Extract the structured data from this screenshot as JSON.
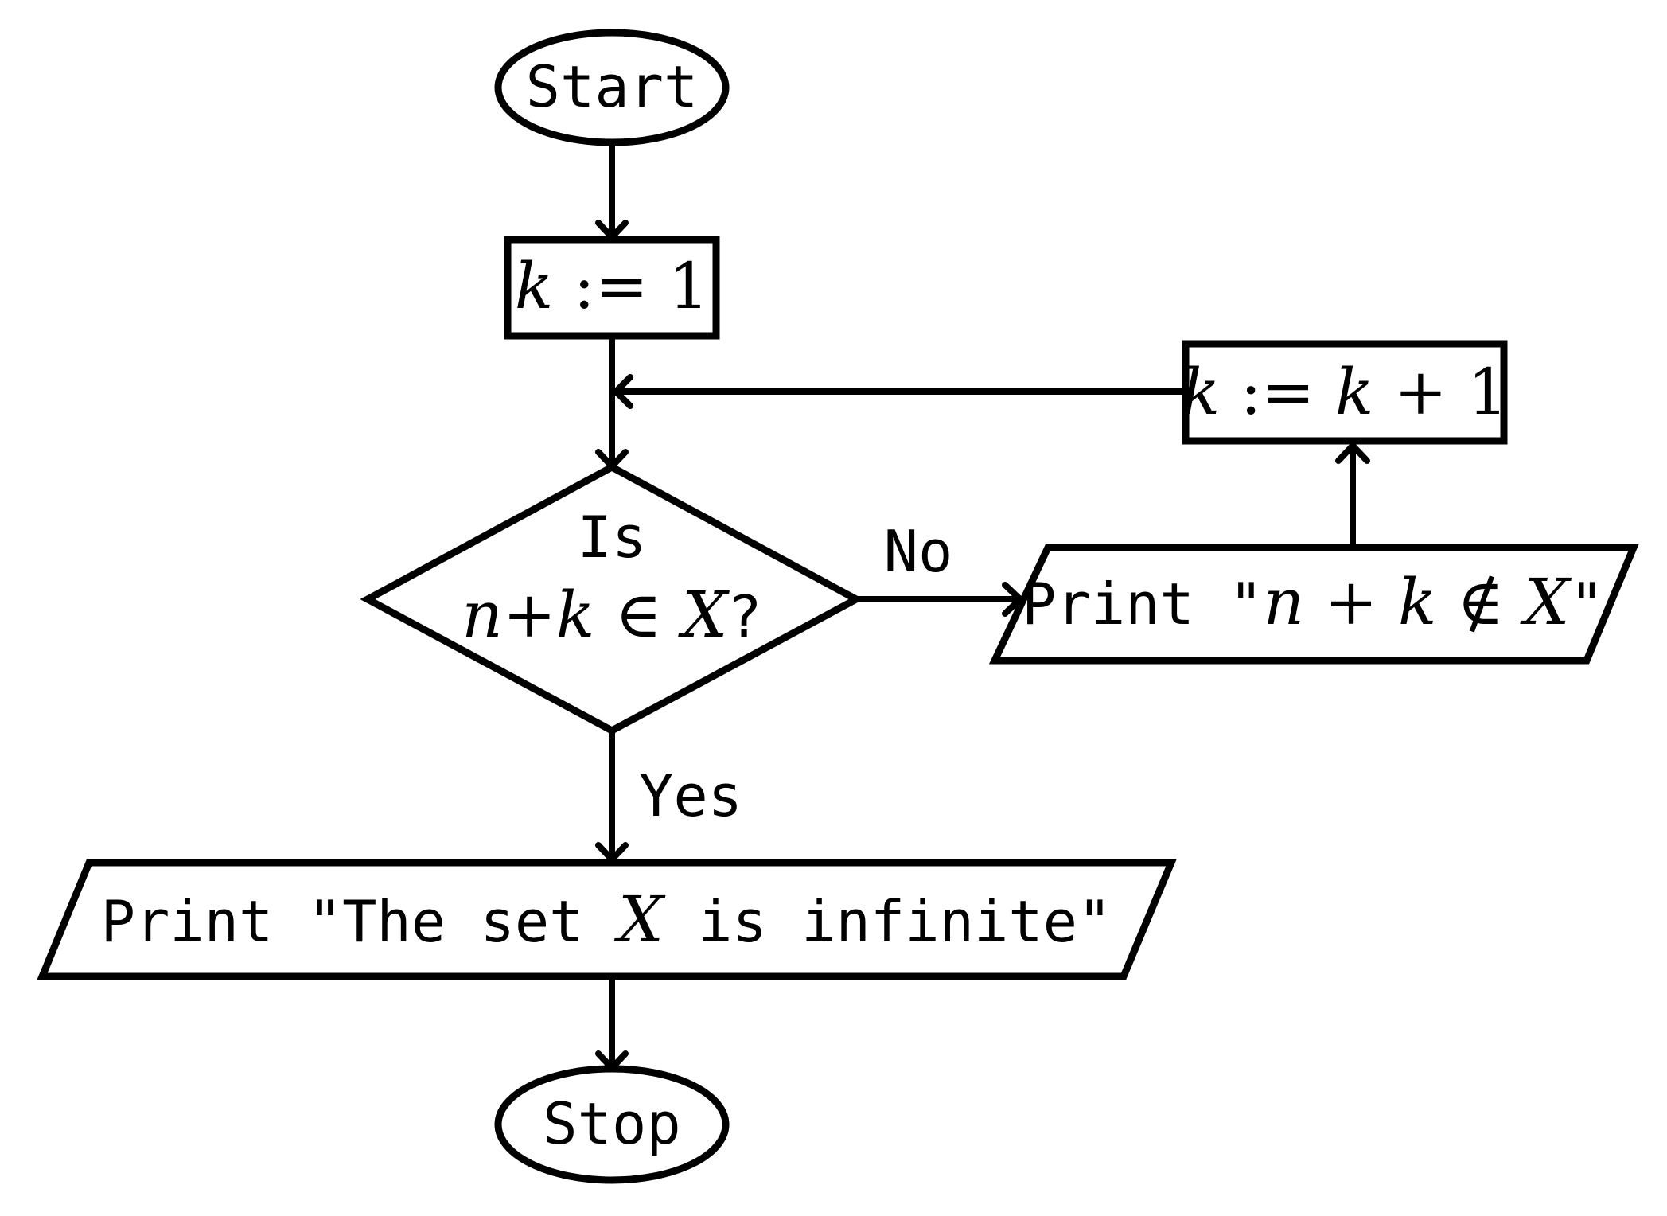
{
  "flowchart": {
    "start": {
      "label": "Start"
    },
    "init": {
      "lhs": "k",
      "op": " := ",
      "rhs": "1"
    },
    "decision": {
      "line1": "Is",
      "line2_a": "n",
      "line2_b": "+",
      "line2_c": "k",
      "line2_d": " ∈ ",
      "line2_e": "X",
      "line2_f": "?"
    },
    "edge_labels": {
      "no": "No",
      "yes": "Yes"
    },
    "print_not_member": {
      "prefix": "Print \"",
      "a": "n",
      "b": " + ",
      "c": "k",
      "d": " ∉ ",
      "e": "X",
      "suffix": "\""
    },
    "increment": {
      "a": "k",
      "b": " := ",
      "c": "k",
      "d": " + 1"
    },
    "print_infinite": {
      "prefix": "Print \"The set ",
      "symbol": "X",
      "suffix": " is infinite\""
    },
    "stop": {
      "label": "Stop"
    }
  }
}
